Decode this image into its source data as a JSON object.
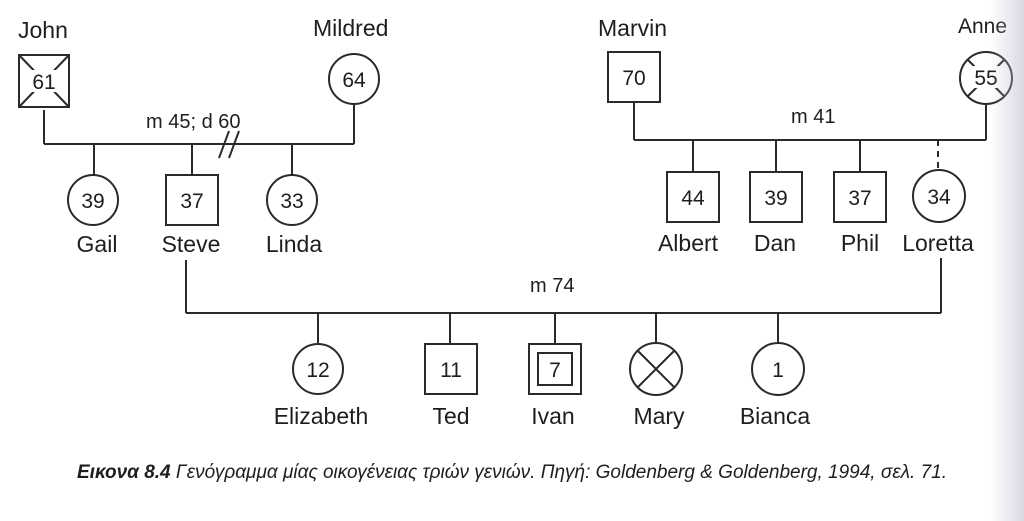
{
  "people": {
    "john": {
      "name": "John",
      "age": "61",
      "sex": "male",
      "deceased": true
    },
    "mildred": {
      "name": "Mildred",
      "age": "64",
      "sex": "female"
    },
    "marvin": {
      "name": "Marvin",
      "age": "70",
      "sex": "male"
    },
    "anne": {
      "name": "Anne",
      "age": "55",
      "sex": "female",
      "deceased": true
    },
    "gail": {
      "name": "Gail",
      "age": "39",
      "sex": "female"
    },
    "steve": {
      "name": "Steve",
      "age": "37",
      "sex": "male"
    },
    "linda": {
      "name": "Linda",
      "age": "33",
      "sex": "female"
    },
    "albert": {
      "name": "Albert",
      "age": "44",
      "sex": "male"
    },
    "dan": {
      "name": "Dan",
      "age": "39",
      "sex": "male"
    },
    "phil": {
      "name": "Phil",
      "age": "37",
      "sex": "male"
    },
    "loretta": {
      "name": "Loretta",
      "age": "34",
      "sex": "female"
    },
    "elizabeth": {
      "name": "Elizabeth",
      "age": "12",
      "sex": "female"
    },
    "ted": {
      "name": "Ted",
      "age": "11",
      "sex": "male"
    },
    "ivan": {
      "name": "Ivan",
      "age": "7",
      "sex": "male",
      "index_person": true
    },
    "mary": {
      "name": "Mary",
      "age": "",
      "sex": "female",
      "deceased": true
    },
    "bianca": {
      "name": "Bianca",
      "age": "1",
      "sex": "female"
    }
  },
  "unions": {
    "john_mildred": "m 45; d 60",
    "marvin_anne": "m 41",
    "steve_loretta": "m 74"
  },
  "caption": {
    "label": "Εικονα 8.4",
    "text": "Γενόγραμμα μίας οικογένειας τριών γενιών. Πηγή: Goldenberg & Goldenberg, 1994, σελ. 71."
  },
  "colors": {
    "ink": "#1e1e1e",
    "edge_shade": "#b9b9cd"
  }
}
